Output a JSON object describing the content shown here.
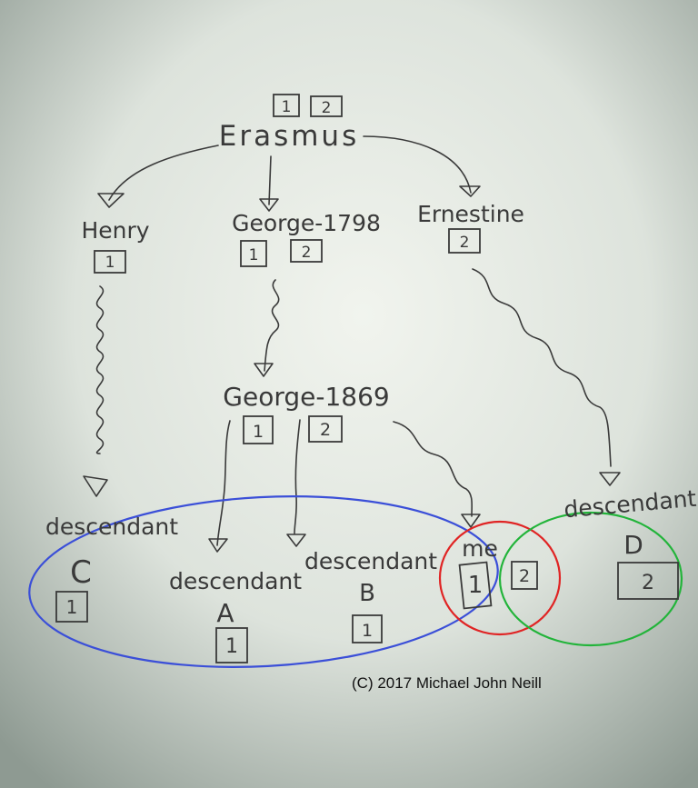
{
  "nodes": {
    "erasmus": {
      "name": "Erasmus",
      "badges": [
        "1",
        "2"
      ]
    },
    "henry": {
      "name": "Henry",
      "badges": [
        "1"
      ]
    },
    "george1798": {
      "name": "George-1798",
      "badges": [
        "1",
        "2"
      ]
    },
    "ernestine": {
      "name": "Ernestine",
      "badges": [
        "2"
      ]
    },
    "george1869": {
      "name": "George-1869",
      "badges": [
        "1",
        "2"
      ]
    },
    "descendantC": {
      "name": "descendant",
      "sub": "C",
      "badges": [
        "1"
      ]
    },
    "descendantA": {
      "name": "descendant",
      "sub": "A",
      "badges": [
        "1"
      ]
    },
    "descendantB": {
      "name": "descendant",
      "sub": "B",
      "badges": [
        "1"
      ]
    },
    "me": {
      "name": "me",
      "badges": [
        "1",
        "2"
      ]
    },
    "descendantD": {
      "name": "descendant",
      "sub": "D",
      "badges": [
        "2"
      ]
    }
  },
  "groups": {
    "blue": {
      "color": "#3b4fd8"
    },
    "red": {
      "color": "#e02424"
    },
    "green": {
      "color": "#22b43a"
    }
  },
  "colors": {
    "ink": "#3a3a3a",
    "paper_center": "#eef2ec",
    "paper_edge": "#8e9a92"
  },
  "copyright": "(C) 2017 Michael John Neill"
}
